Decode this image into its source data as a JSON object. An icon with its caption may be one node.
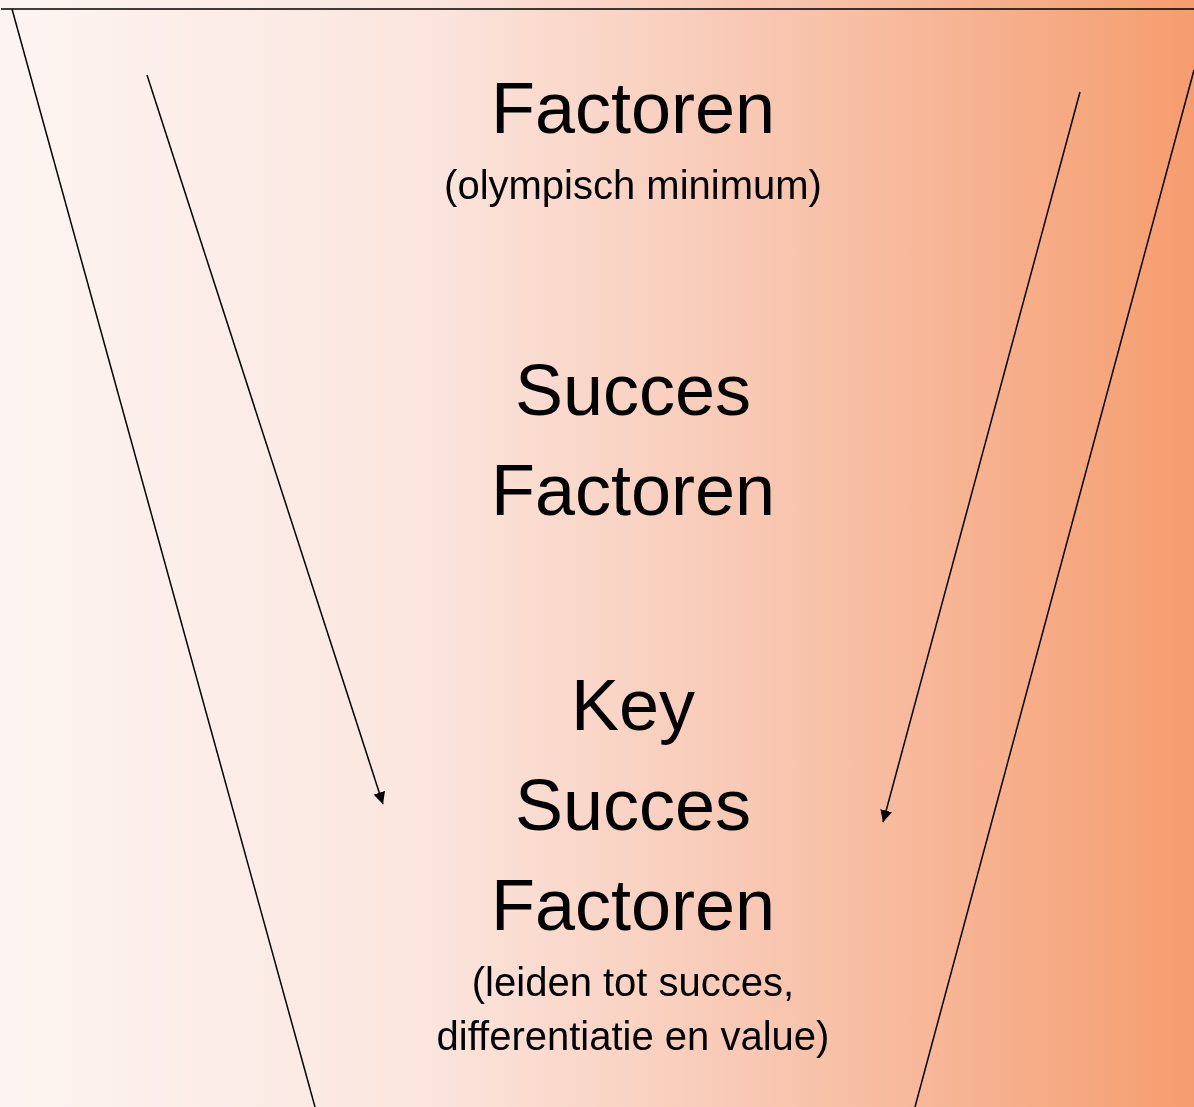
{
  "diagram": {
    "nodes": [
      {
        "text": [
          "Factoren",
          "(olympisch minimum)"
        ]
      },
      {
        "text": [
          "Succes Factoren"
        ]
      },
      {
        "text": [
          "Key Succes Factoren",
          "(leiden tot succes, differentiatie en value)"
        ]
      }
    ],
    "edges": [
      {
        "from": null,
        "to": 2,
        "arrow": "to"
      },
      {
        "from": null,
        "to": 2,
        "arrow": "to"
      }
    ]
  }
}
